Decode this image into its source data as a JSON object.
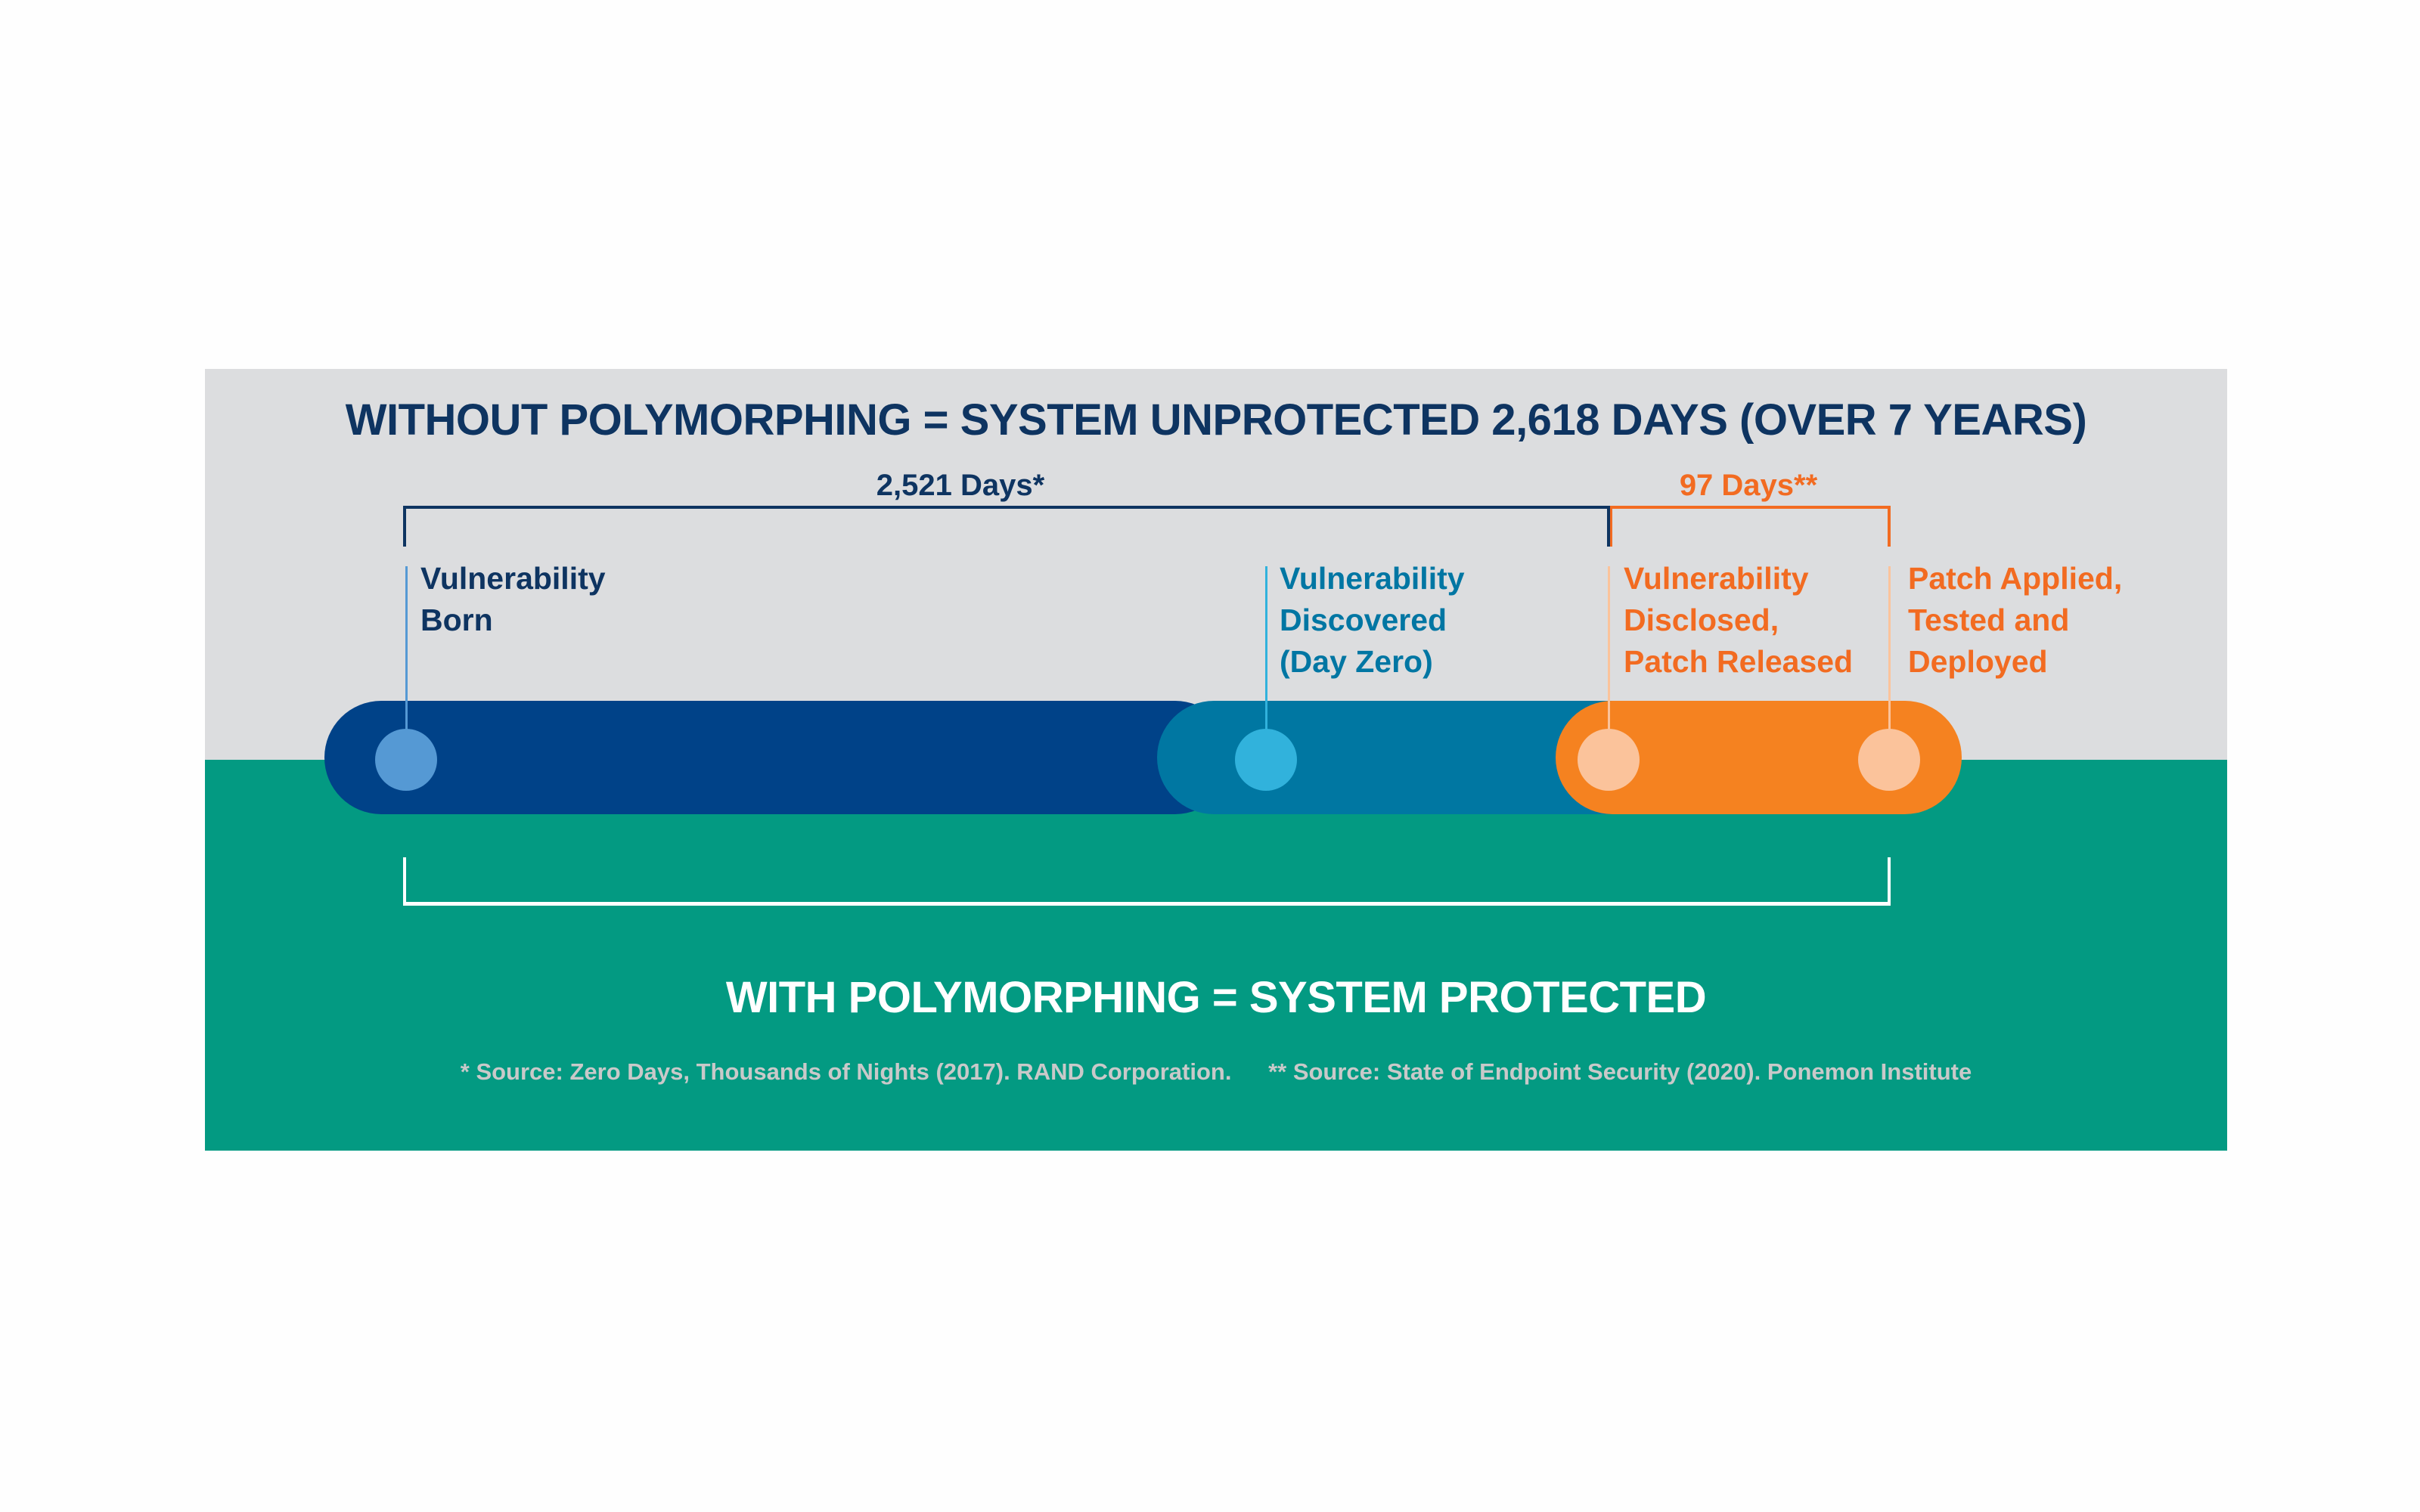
{
  "colors": {
    "background_top": "#dcdddf",
    "background_bottom": "#039a82",
    "navy": "#0e3461",
    "dark_blue": "#004288",
    "mid_blue": "#0077a2",
    "orange": "#f58220",
    "orange_text": "#f26b21",
    "dot_light_blue": "#5599d4",
    "dot_cyan": "#31b2dc",
    "dot_peach": "#fbc39b"
  },
  "top_title": "WITHOUT POLYMORPHING = SYSTEM UNPROTECTED 2,618 DAYS (OVER 7 YEARS)",
  "spans": [
    {
      "label": "2,521 Days*",
      "days": 2521
    },
    {
      "label": "97 Days**",
      "days": 97
    }
  ],
  "milestones": [
    {
      "line1": "Vulnerability",
      "line2": "Born",
      "line3": ""
    },
    {
      "line1": "Vulnerability",
      "line2": "Discovered",
      "line3": "(Day Zero)"
    },
    {
      "line1": "Vulnerability",
      "line2": "Disclosed,",
      "line3": "Patch Released"
    },
    {
      "line1": "Patch Applied,",
      "line2": "Tested and",
      "line3": "Deployed"
    }
  ],
  "bottom_title": "WITH POLYMORPHING = SYSTEM PROTECTED",
  "footnotes": [
    "* Source: Zero Days, Thousands of Nights (2017). RAND Corporation.",
    "** Source: State of Endpoint Security (2020). Ponemon Institute"
  ]
}
